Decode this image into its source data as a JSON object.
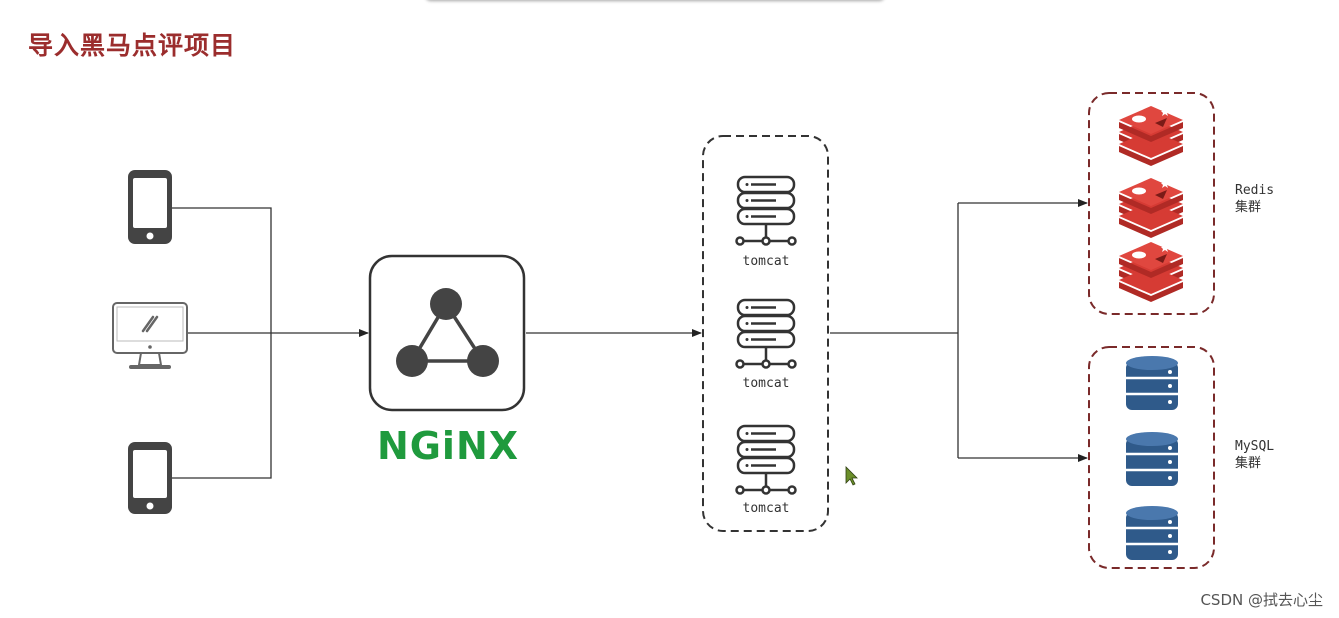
{
  "title": "导入黑马点评项目",
  "nginx": {
    "label": "NGiNX",
    "color": "#1f9a3d"
  },
  "tomcat": {
    "labels": [
      "tomcat",
      "tomcat",
      "tomcat"
    ]
  },
  "clusters": {
    "redis": {
      "name": "Redis",
      "suffix": "集群"
    },
    "mysql": {
      "name": "MySQL",
      "suffix": "集群"
    }
  },
  "clients": [
    "phone-icon",
    "desktop-icon",
    "phone-icon"
  ],
  "colors": {
    "title": "#9b2d2d",
    "redis": "#d63b34",
    "mysql": "#2f5a8a",
    "cluster_border": "#7a2a2a",
    "tomcat_border": "#333333"
  },
  "watermark": "CSDN @拭去心尘"
}
